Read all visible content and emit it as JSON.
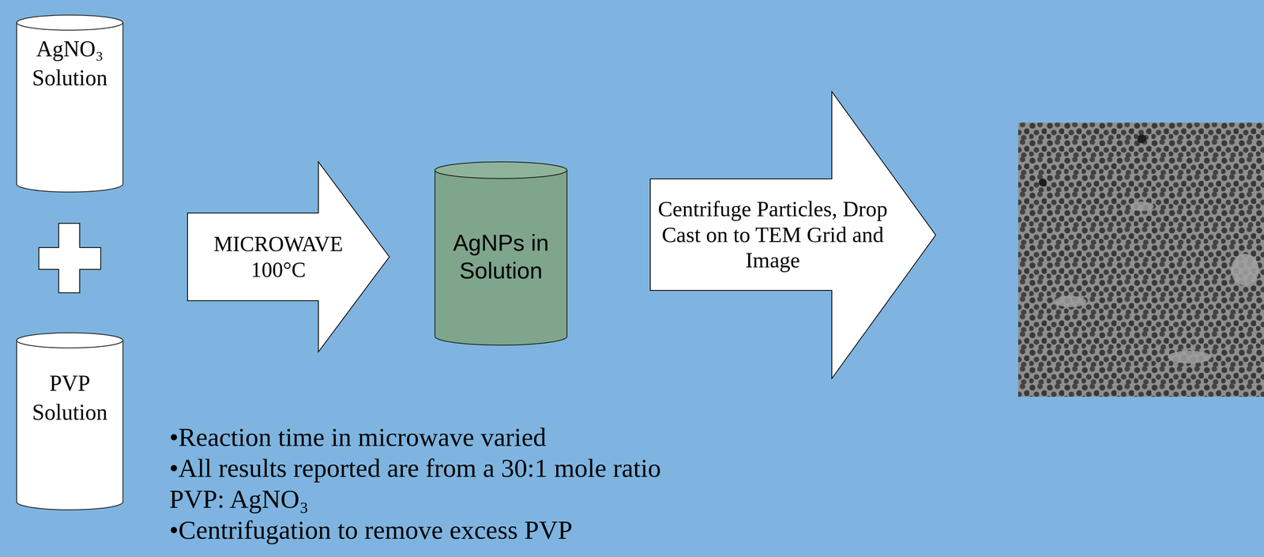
{
  "diagram": {
    "nodes": [
      {
        "text": [
          "AgNO₃ Solution"
        ]
      },
      {
        "text": [
          "PVP Solution"
        ]
      },
      {
        "text": [
          "MICROWAVE 100°C"
        ]
      },
      {
        "text": [
          "AgNPs in Solution"
        ]
      },
      {
        "text": [
          "Centrifuge Particles, Drop Cast on to TEM Grid and Image"
        ]
      }
    ],
    "labels": [
      "•Reaction time in microwave varied",
      "•All results reported are from a 30:1 mole ratio PVP: AgNO₃",
      "•Centrifugation to remove excess PVP"
    ]
  }
}
